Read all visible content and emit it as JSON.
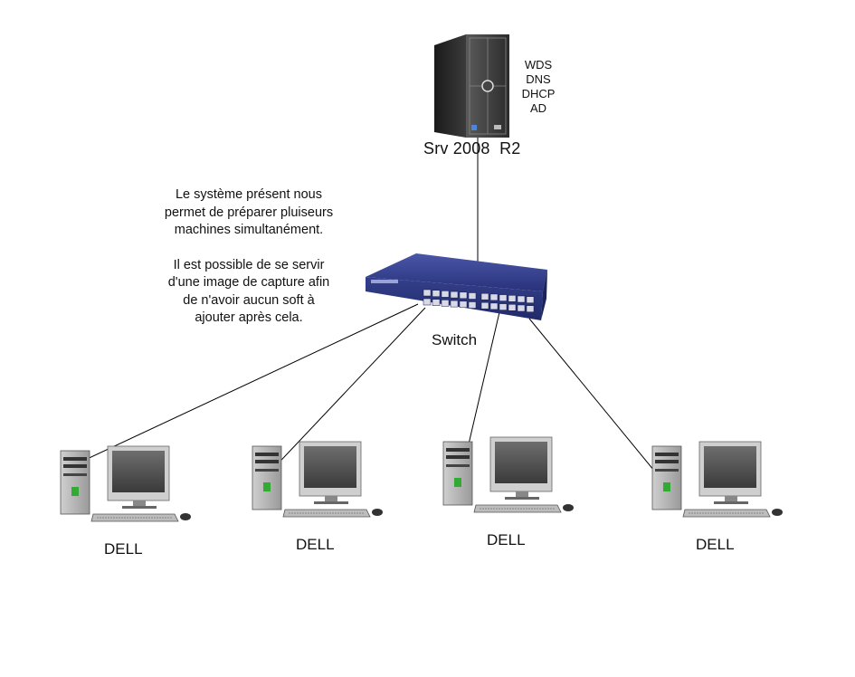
{
  "server": {
    "name_part1": "Srv 2008",
    "name_part2": "R2",
    "roles": [
      "WDS",
      "DNS",
      "DHCP",
      "AD"
    ]
  },
  "note": {
    "paragraph1": [
      "Le système présent nous",
      "permet de préparer pluiseurs",
      "machines simultanément."
    ],
    "paragraph2": [
      "Il est possible de se servir",
      "d'une image de capture afin",
      "de n'avoir aucun soft à",
      "ajouter après cela."
    ]
  },
  "switch": {
    "label": "Switch"
  },
  "computers": [
    {
      "label": "DELL"
    },
    {
      "label": "DELL"
    },
    {
      "label": "DELL"
    },
    {
      "label": "DELL"
    }
  ],
  "colors": {
    "switch_body": "#2e3a86",
    "server_body": "#3a3a3a",
    "link": "#000000"
  }
}
